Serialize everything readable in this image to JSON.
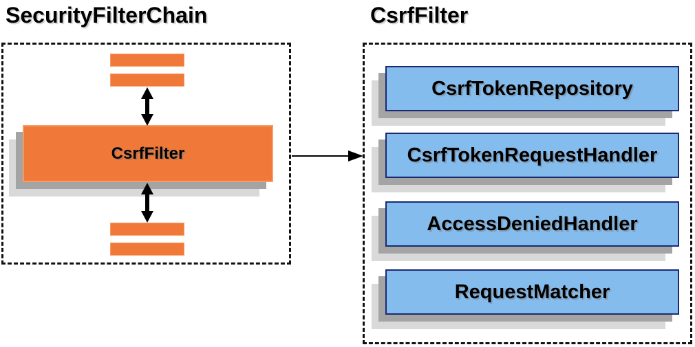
{
  "left": {
    "title": "SecurityFilterChain",
    "filter_label": "CsrfFilter"
  },
  "right": {
    "title": "CsrfFilter",
    "components": [
      "CsrfTokenRepository",
      "CsrfTokenRequestHandler",
      "AccessDeniedHandler",
      "RequestMatcher"
    ]
  },
  "colors": {
    "orange_fill": "#F0793A",
    "orange_border": "#F59C66",
    "blue_fill": "#85BCEE",
    "blue_border": "#1B2A70",
    "shadow_dark": "#A4A4A4",
    "shadow_light": "#D9D9D9",
    "arrow": "#000000",
    "container_border": "#111111"
  }
}
